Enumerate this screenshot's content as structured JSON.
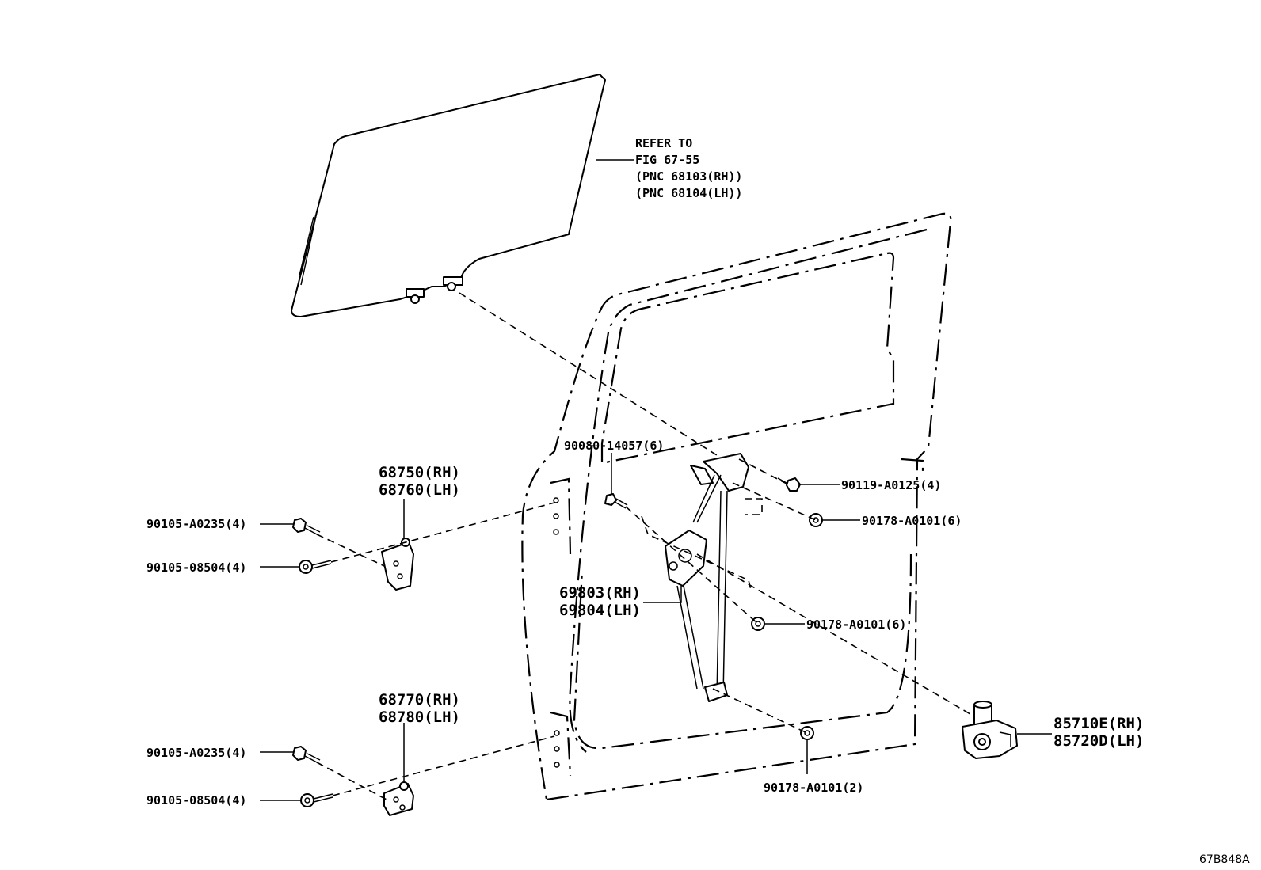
{
  "reference_note": [
    "REFER TO",
    "FIG 67-55",
    "(PNC 68103(RH))",
    "(PNC 68104(LH))"
  ],
  "callouts": {
    "bolt_14057": "90080-14057(6)",
    "bolt_a0125": "90119-A0125(4)",
    "nut_a0101_upper": "90178-A0101(6)",
    "nut_a0101_mid": "90178-A0101(6)",
    "nut_a0101_low": "90178-A0101(2)",
    "upper_hinge": [
      "68750(RH)",
      "68760(LH)"
    ],
    "upper_bolt_a0235": "90105-A0235(4)",
    "upper_bolt_08504": "90105-08504(4)",
    "lower_hinge": [
      "68770(RH)",
      "68780(LH)"
    ],
    "lower_bolt_a0235": "90105-A0235(4)",
    "lower_bolt_08504": "90105-08504(4)",
    "regulator": [
      "69803(RH)",
      "69804(LH)"
    ],
    "motor": [
      "85710E(RH)",
      "85720D(LH)"
    ]
  },
  "figure_code": "67B848A"
}
